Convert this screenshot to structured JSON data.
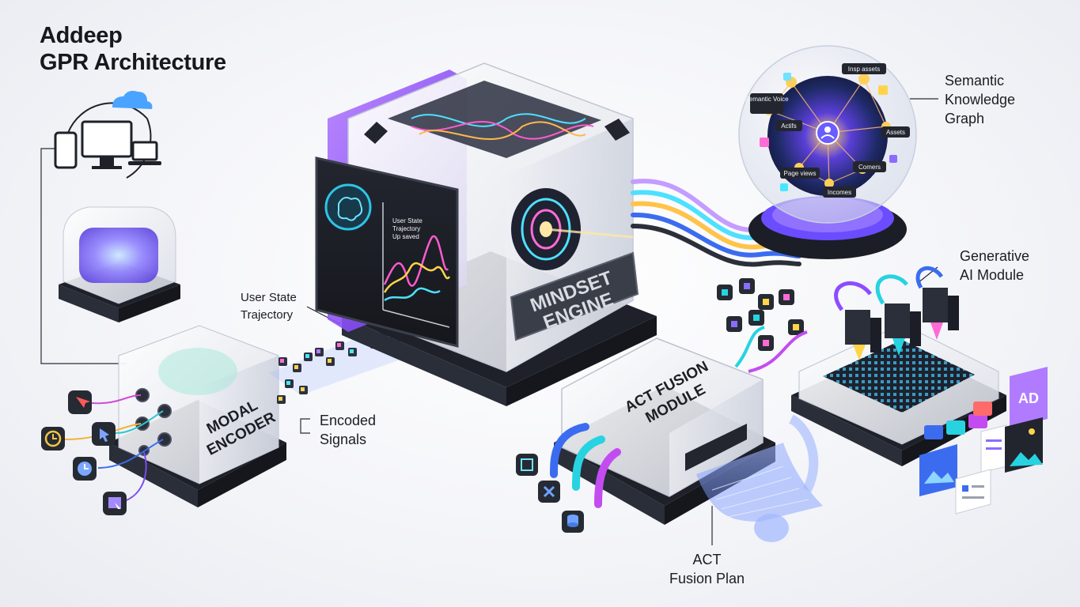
{
  "title": {
    "line1": "Addeep",
    "line2": "GPR Architecture"
  },
  "callouts": {
    "semantic_graph": [
      "Semantic",
      "Knowledge",
      "Graph"
    ],
    "generative_ai": [
      "Generative",
      "AI Module"
    ],
    "user_state": [
      "User State",
      "Trajectory"
    ],
    "encoded_signals": [
      "Encoded",
      "Signals"
    ],
    "act_plan": [
      "ACT",
      "Fusion Plan"
    ]
  },
  "modules": {
    "mindset_engine": [
      "MINDSET",
      "ENGINE"
    ],
    "modal_encoder": [
      "MODAL",
      "ENCODER"
    ],
    "act_fusion": [
      "ACT FUSION",
      "MODULE"
    ],
    "ad_badge": "AD"
  },
  "screen_legend": [
    "User State",
    "Trajectory",
    "Up saved"
  ],
  "graph_nodes": [
    "Insp assets",
    "Semantic Voice",
    "Actifs",
    "Assets",
    "Page views",
    "Comers",
    "Incomes"
  ],
  "colors": {
    "purple": "#8b4dff",
    "cyan": "#27d3e0",
    "blue": "#3b6cf0",
    "magenta": "#e040c8",
    "dark": "#23262e"
  }
}
